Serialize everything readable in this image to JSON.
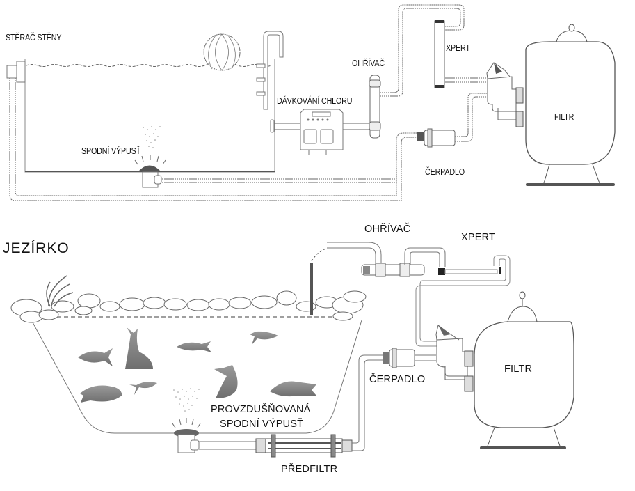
{
  "pool_diagram": {
    "labels": {
      "wall_skimmer": "STĚRAČ STĚNY",
      "bottom_drain": "SPODNÍ VÝPUSŤ",
      "chlorine_dosing": "DÁVKOVÁNÍ CHLORU",
      "heater": "OHŘÍVAČ",
      "xpert": "XPERT",
      "pump": "ČERPADLO",
      "filter": "FILTR"
    }
  },
  "pond_diagram": {
    "title": "JEZÍRKO",
    "labels": {
      "heater": "OHŘÍVAČ",
      "xpert": "XPERT",
      "pump": "ČERPADLO",
      "filter": "FILTR",
      "aerated_drain_line1": "PROVZDUŠŇOVANÁ",
      "aerated_drain_line2": "SPODNÍ VÝPUSŤ",
      "prefilter": "PŘEDFILTR"
    }
  },
  "colors": {
    "line": "#555555",
    "pipe_fill": "#ffffff",
    "fish": "#8a8a8a",
    "dark": "#4a4a4a"
  }
}
